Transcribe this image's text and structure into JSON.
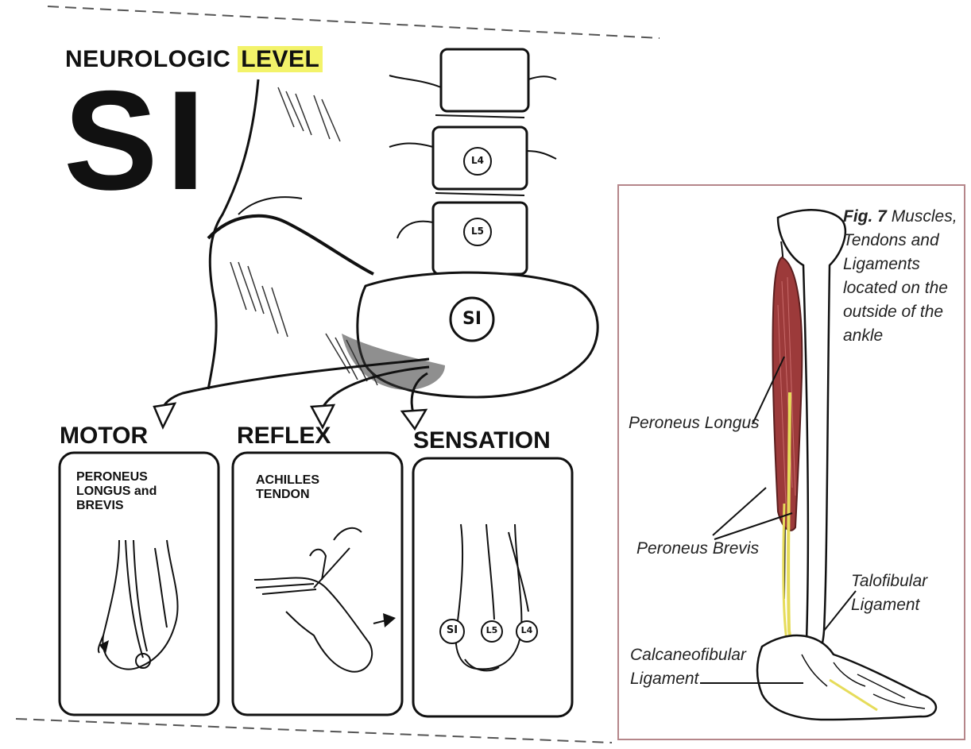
{
  "neurologic": {
    "prefix": "NEUROLOGIC",
    "highlight": "LEVEL",
    "level": "SI"
  },
  "vertebra_labels": {
    "l4": "L4",
    "l5": "L5",
    "s1": "SI"
  },
  "sections": {
    "motor": {
      "title": "MOTOR",
      "text": "PERONEUS\nLONGUS and\nBREVIS"
    },
    "reflex": {
      "title": "REFLEX",
      "text": "ACHILLES\nTENDON"
    },
    "sensation": {
      "title": "SENSATION",
      "dermatomes": [
        "SI",
        "L5",
        "L4"
      ]
    }
  },
  "figure": {
    "number": "Fig. 7",
    "caption": "Muscles, Tendons and Ligaments located on the outside of the ankle",
    "labels": {
      "peroneus_longus": "Peroneus Longus",
      "peroneus_brevis": "Peroneus Brevis",
      "talofibular": "Talofibular\nLigament",
      "calcaneofibular": "Calcaneofibular\nLigament"
    }
  },
  "colors": {
    "highlight": "#f3f36a",
    "muscle": "#9c3a3a",
    "tendon": "#e6dc5a",
    "frame": "#b5868a"
  }
}
